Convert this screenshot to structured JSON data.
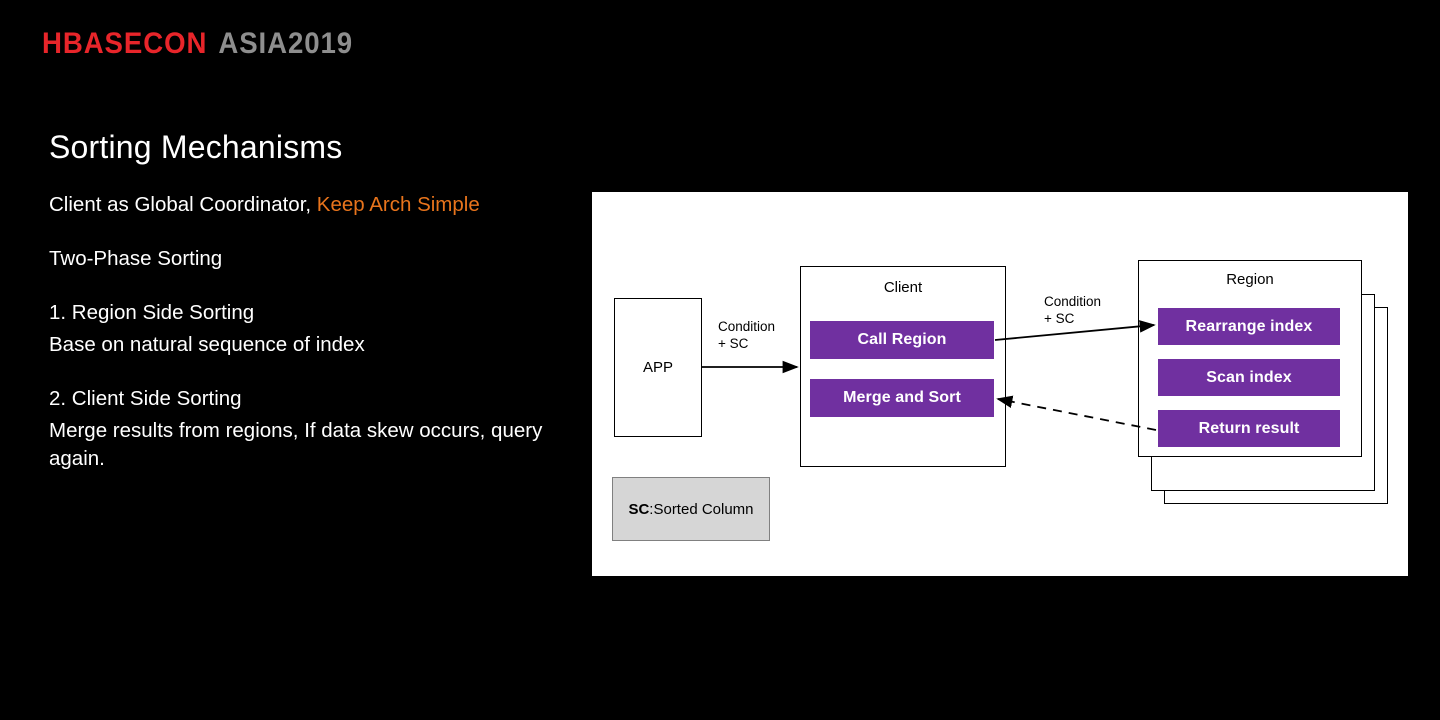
{
  "brand": {
    "main": "HBASECON",
    "sub": "ASIA2019",
    "main_color": "#e8252a",
    "sub_color": "#8e8e8e"
  },
  "slide": {
    "title": "Sorting Mechanisms",
    "accent_color": "#e8741c",
    "background": "#000000"
  },
  "body": {
    "line1_prefix": "Client as Global Coordinator, ",
    "line1_accent": "Keep Arch Simple",
    "line2": "Two-Phase Sorting",
    "line3": "1. Region Side Sorting",
    "line4": "Base on natural sequence of index",
    "line5": "2. Client Side Sorting",
    "line6": "Merge results from regions, If data skew occurs, query again."
  },
  "diagram": {
    "purple": "#7030a0",
    "app": {
      "label": "APP"
    },
    "client": {
      "title": "Client",
      "chips": [
        "Call Region",
        "Merge and Sort"
      ]
    },
    "region": {
      "title": "Region",
      "chips": [
        "Rearrange index",
        "Scan index",
        "Return result"
      ],
      "stack_count": 3
    },
    "edges": [
      {
        "label": "Condition\n+ SC",
        "from": "app",
        "to": "client",
        "style": "solid"
      },
      {
        "label": "Condition\n+ SC",
        "from": "client",
        "to": "region",
        "style": "solid"
      },
      {
        "label": "",
        "from": "region",
        "to": "client",
        "style": "dashed"
      }
    ],
    "legend": {
      "abbr": "SC",
      "separator": " : ",
      "expansion": "Sorted Column"
    }
  }
}
